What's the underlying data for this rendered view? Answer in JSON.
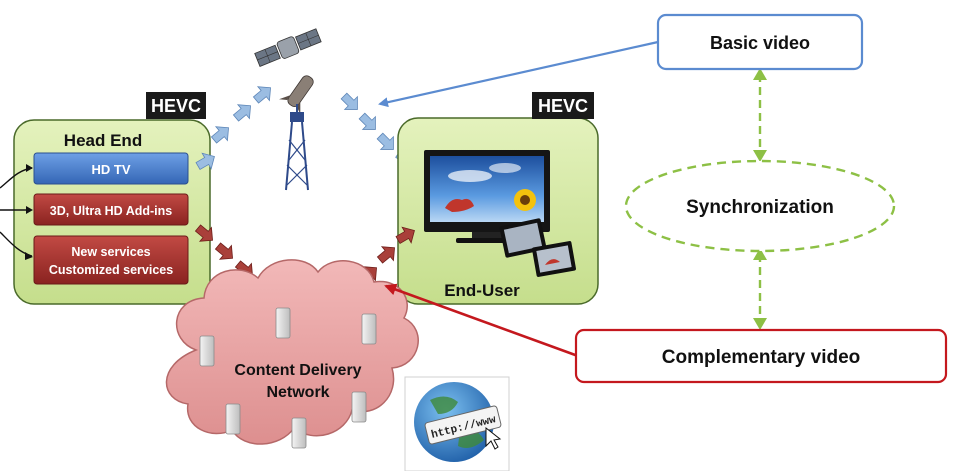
{
  "head_end": {
    "hevc_label": "HEVC",
    "title": "Head End",
    "items": [
      "HD TV",
      "3D, Ultra HD Add-ins"
    ],
    "new_services_line1": "New services",
    "new_services_line2": "Customized services"
  },
  "end_user": {
    "hevc_label": "HEVC",
    "title": "End-User"
  },
  "cdn": {
    "line1": "Content Delivery",
    "line2": "Network"
  },
  "url_text": "http://www",
  "labels": {
    "basic_video": "Basic video",
    "synchronization": "Synchronization",
    "complementary_video": "Complementary video"
  },
  "colors": {
    "box_fill": "#d6e9a6",
    "box_stroke": "#4a6a2a",
    "blue_item": "#4f84d1",
    "red_item": "#a83232",
    "cloud_fill": "#e6a0a0",
    "blue_arrow": "#8fb4dc",
    "red_arrow": "#a9403a",
    "basic_border": "#5b8bd0",
    "sync_border": "#8dc045",
    "comp_border": "#c4181e"
  }
}
